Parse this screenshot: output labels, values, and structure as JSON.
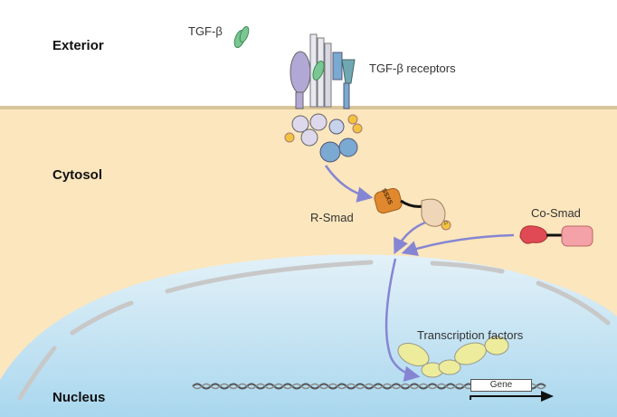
{
  "regions": {
    "exterior": "Exterior",
    "cytosol": "Cytosol",
    "nucleus": "Nucleus"
  },
  "labels": {
    "ligand": "TGF-β",
    "receptors": "TGF-β receptors",
    "r_smad": "R-Smad",
    "co_smad": "Co-Smad",
    "transcription_factors": "Transcription factors",
    "gene": "Gene",
    "mh_domain": "SSXS",
    "phospho": "P"
  },
  "colors": {
    "exterior_bg": "#ffffff",
    "cytosol_bg": "#fbe6bd",
    "membrane": "#d9c59a",
    "nucleus_top": "#e3f1f8",
    "nucleus_bottom": "#a9d7ee",
    "nuclear_envelope": "#c8c8c8",
    "arrow": "#8585d3",
    "ligand": "#7bc793",
    "receptor_purple": "#b2a8d6",
    "receptor_blue": "#7aa9d1",
    "receptor_teal": "#6fa8b2",
    "r_smad_orange": "#e0882d",
    "r_smad_tan": "#efd6b8",
    "co_smad_red": "#e04a55",
    "co_smad_pink": "#f4a2a8",
    "transcription_factor": "#ecec9c",
    "phospho": "#f2c33d"
  }
}
